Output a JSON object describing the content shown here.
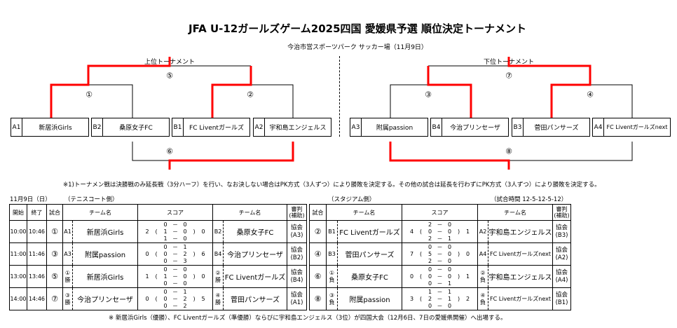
{
  "title": "JFA U-12ガールズゲーム2025四国 愛媛県予選 順位決定トーナメント",
  "venue": "今治市営スポーツパーク サッカー場（11月9日）",
  "colors": {
    "winner_line": "#ff0000",
    "line": "#000000"
  },
  "upper": {
    "label": "上位トーナメント",
    "teams": [
      {
        "slot": "A1",
        "name": "新居浜Girls"
      },
      {
        "slot": "B2",
        "name": "桑原女子FC"
      },
      {
        "slot": "B1",
        "name": "FC Liventガールズ"
      },
      {
        "slot": "A2",
        "name": "宇和島エンジェルス"
      }
    ],
    "matches": {
      "m1": "①",
      "m2": "②",
      "m5": "⑤",
      "m6": "⑥"
    }
  },
  "lower": {
    "label": "下位トーナメント",
    "teams": [
      {
        "slot": "A3",
        "name": "附属passion"
      },
      {
        "slot": "B4",
        "name": "今治プリンセーザ"
      },
      {
        "slot": "B3",
        "name": "菅田パンサーズ"
      },
      {
        "slot": "A4",
        "name": "FC Liventガールズnext"
      }
    ],
    "matches": {
      "m3": "③",
      "m4": "④",
      "m7": "⑦",
      "m8": "⑧"
    }
  },
  "note1": "※1)トーナメン戦は決勝戦のみ延長戦（3分ハーフ）を行い、なお決しない場合はPK方式（3人ずつ）により勝敗を決定する。その他の試合は延長を行わずにPK方式（3人ずつ）により勝敗を決定する。",
  "schedule": {
    "date": "11月9日（日）",
    "left_side": "（テニスコート側）",
    "right_side": "（スタジアム側）",
    "match_time": "（試合時間 12-5-12-5-12）",
    "headers": {
      "start": "開始",
      "end": "終了",
      "match": "試合",
      "team": "チーム名",
      "score": "スコア",
      "referee": "審判\n(補助)"
    },
    "rows": [
      {
        "start": "10:00",
        "end": "10:46",
        "left": {
          "match": "①",
          "a_slot": "A1",
          "a": "新居浜Girls",
          "score_a": "2",
          "score_b": "0",
          "halves": [
            [
              "0",
              "0"
            ],
            [
              "1",
              "0"
            ],
            [
              "1",
              "0"
            ]
          ],
          "b_slot": "B2",
          "b": "桑原女子FC",
          "ref": "協会",
          "ref_sub": "(A3)"
        },
        "right": {
          "match": "②",
          "a_slot": "B1",
          "a": "FC Liventガールズ",
          "score_a": "4",
          "score_b": "1",
          "halves": [
            [
              "2",
              "0"
            ],
            [
              "0",
              "0"
            ],
            [
              "2",
              "1"
            ]
          ],
          "b_slot": "A2",
          "b": "宇和島エンジェルス",
          "ref": "協会",
          "ref_sub": "(B3)"
        }
      },
      {
        "start": "11:00",
        "end": "11:46",
        "left": {
          "match": "③",
          "a_slot": "A3",
          "a": "附属passion",
          "score_a": "0",
          "score_b": "6",
          "halves": [
            [
              "0",
              "1"
            ],
            [
              "0",
              "2"
            ],
            [
              "0",
              "3"
            ]
          ],
          "b_slot": "B4",
          "b": "今治プリンセーザ",
          "ref": "協会",
          "ref_sub": "(B2)"
        },
        "right": {
          "match": "④",
          "a_slot": "B3",
          "a": "菅田パンサーズ",
          "score_a": "7",
          "score_b": "0",
          "halves": [
            [
              "0",
              "0"
            ],
            [
              "5",
              "0"
            ],
            [
              "2",
              "0"
            ]
          ],
          "b_slot": "A4",
          "b": "FC Liventガールズnext",
          "ref": "協会",
          "ref_sub": "(A2)"
        }
      },
      {
        "start": "13:00",
        "end": "13:46",
        "left": {
          "match": "⑤",
          "a_slot": "①\n勝",
          "a": "新居浜Girls",
          "score_a": "1",
          "score_b": "0",
          "halves": [
            [
              "0",
              "0"
            ],
            [
              "1",
              "0"
            ],
            [
              "0",
              "0"
            ]
          ],
          "b_slot": "②\n勝",
          "b": "FC Liventガールズ",
          "ref": "協会",
          "ref_sub": "(B4)"
        },
        "right": {
          "match": "⑥",
          "a_slot": "①\n負",
          "a": "桑原女子FC",
          "score_a": "0",
          "score_b": "1",
          "halves": [
            [
              "0",
              "0"
            ],
            [
              "0",
              "0"
            ],
            [
              "0",
              "1"
            ]
          ],
          "b_slot": "②\n負",
          "b": "宇和島エンジェルス",
          "ref": "協会",
          "ref_sub": "(A4)"
        }
      },
      {
        "start": "14:00",
        "end": "14:46",
        "left": {
          "match": "⑦",
          "a_slot": "③\n勝",
          "a": "今治プリンセーザ",
          "score_a": "0",
          "score_b": "5",
          "halves": [
            [
              "0",
              "1"
            ],
            [
              "0",
              "2"
            ],
            [
              "0",
              "2"
            ]
          ],
          "b_slot": "④\n勝",
          "b": "菅田パンサーズ",
          "ref": "協会",
          "ref_sub": "(A1)"
        },
        "right": {
          "match": "⑧",
          "a_slot": "③\n負",
          "a": "附属passion",
          "score_a": "3",
          "score_b": "2",
          "halves": [
            [
              "1",
              "1"
            ],
            [
              "2",
              "1"
            ],
            [
              "0",
              "0"
            ]
          ],
          "b_slot": "④\n負",
          "b": "FC Liventガールズnext",
          "ref": "協会",
          "ref_sub": "(B1)"
        }
      }
    ]
  },
  "note2": "※ 新居浜Girls（優勝）、FC Liventガールズ（準優勝）ならびに宇和島エンジェルス（3位）が四国大会（12月6日、7日の愛媛県開催）へ出場する。"
}
